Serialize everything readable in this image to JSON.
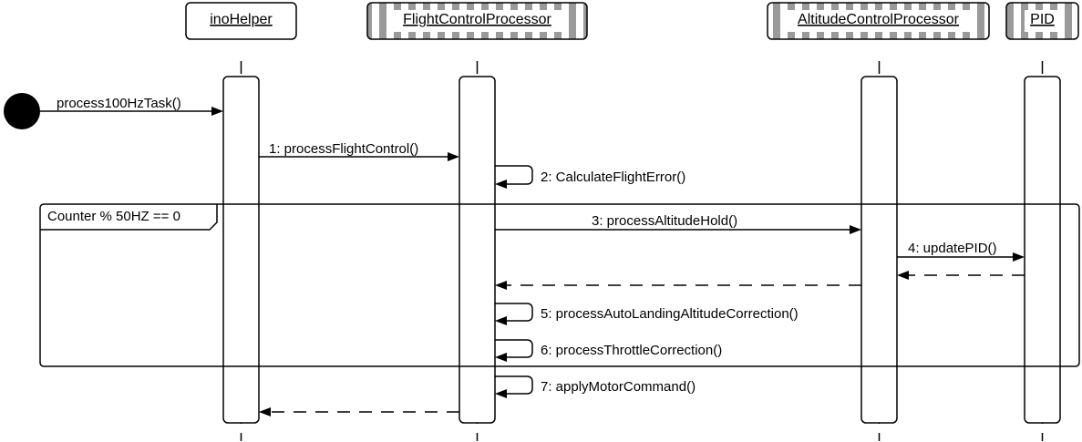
{
  "participants": [
    {
      "id": "inohelper",
      "name": "inoHelper",
      "style": "plain"
    },
    {
      "id": "fcp",
      "name": "FlightControlProcessor",
      "style": "striped"
    },
    {
      "id": "acp",
      "name": "AltitudeControlProcessor",
      "style": "striped"
    },
    {
      "id": "pid",
      "name": "PID",
      "style": "striped"
    }
  ],
  "entry_message": "process100HzTask()",
  "messages": [
    {
      "id": "m1",
      "label": "1: processFlightControl()",
      "from": "inohelper",
      "to": "fcp",
      "kind": "call"
    },
    {
      "id": "m2",
      "label": "2: CalculateFlightError()",
      "from": "fcp",
      "to": "fcp",
      "kind": "self"
    },
    {
      "id": "m3",
      "label": "3: processAltitudeHold()",
      "from": "fcp",
      "to": "acp",
      "kind": "call"
    },
    {
      "id": "m4",
      "label": "4: updatePID()",
      "from": "acp",
      "to": "pid",
      "kind": "call"
    },
    {
      "id": "r4",
      "label": "",
      "from": "pid",
      "to": "acp",
      "kind": "return"
    },
    {
      "id": "r3",
      "label": "",
      "from": "acp",
      "to": "fcp",
      "kind": "return"
    },
    {
      "id": "m5",
      "label": "5: processAutoLandingAltitudeCorrection()",
      "from": "fcp",
      "to": "fcp",
      "kind": "self"
    },
    {
      "id": "m6",
      "label": "6: processThrottleCorrection()",
      "from": "fcp",
      "to": "fcp",
      "kind": "self"
    },
    {
      "id": "m7",
      "label": "7: applyMotorCommand()",
      "from": "fcp",
      "to": "fcp",
      "kind": "self"
    },
    {
      "id": "r1",
      "label": "",
      "from": "fcp",
      "to": "inohelper",
      "kind": "return"
    }
  ],
  "fragment": {
    "guard": "Counter % 50HZ == 0"
  },
  "colors": {
    "line": "#000000",
    "stripe": "#9a9a9a",
    "background": "#ffffff"
  }
}
